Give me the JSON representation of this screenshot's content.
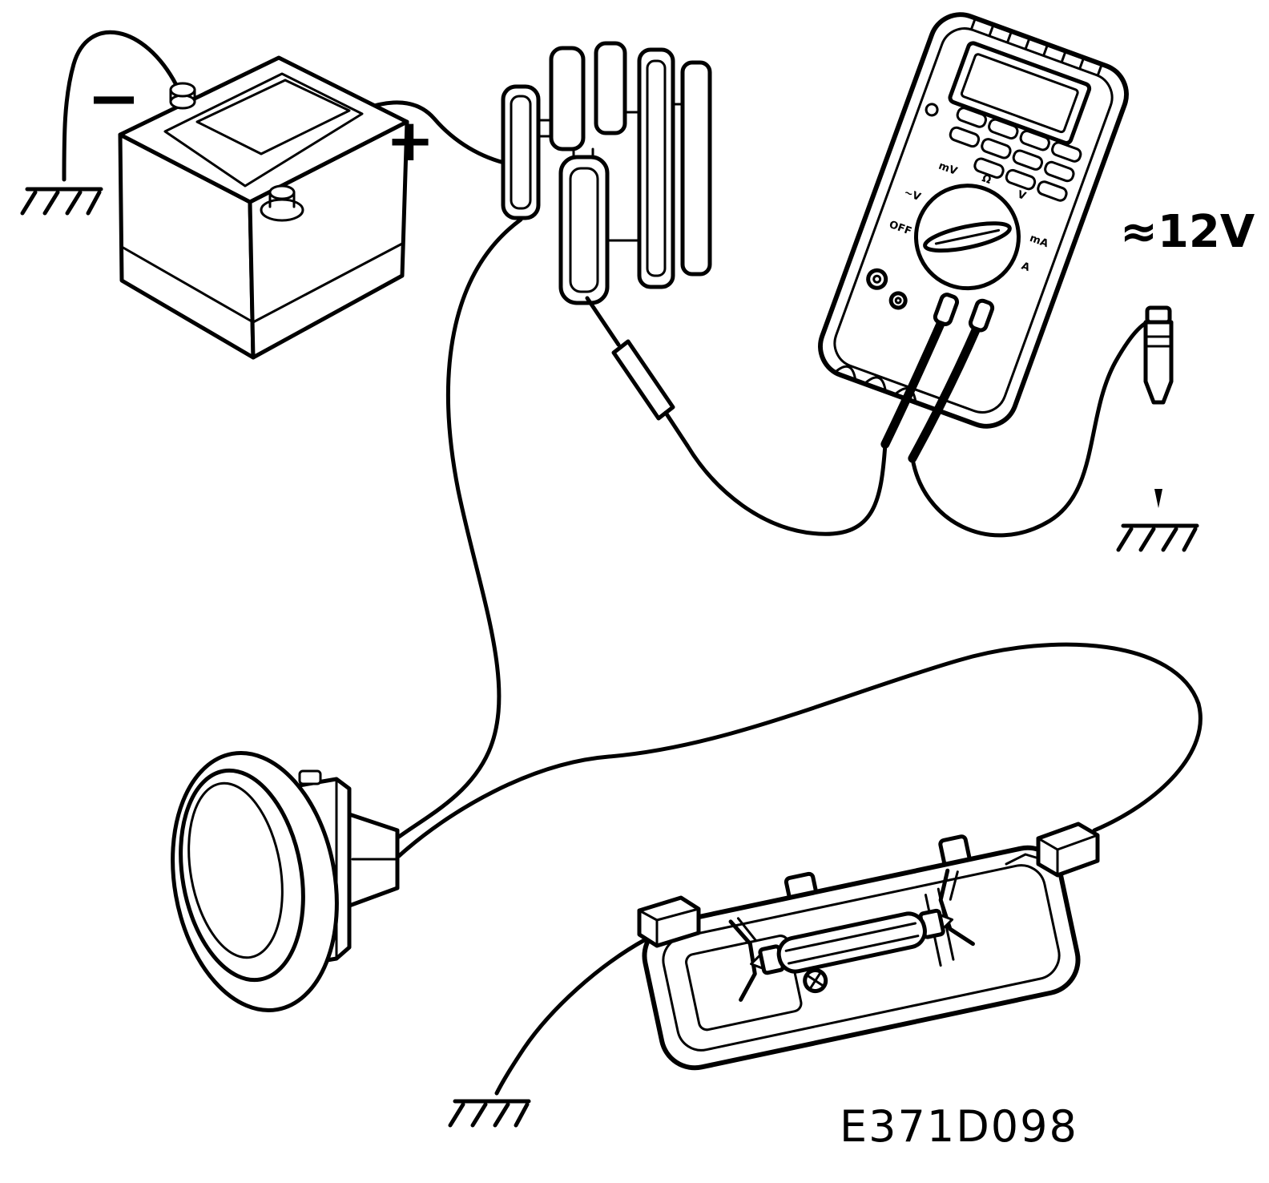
{
  "figure": {
    "code": "E371D098",
    "labels": {
      "battery_negative": "−",
      "battery_positive": "+",
      "voltage": "≈12V"
    },
    "multimeter": {
      "dial_labels": {
        "mv": "mV",
        "ohm": "Ω",
        "v": "V",
        "acv": "~V",
        "off": "OFF",
        "ma": "mA",
        "a": "A"
      }
    },
    "colors": {
      "line": "#000000",
      "background": "#ffffff"
    }
  }
}
